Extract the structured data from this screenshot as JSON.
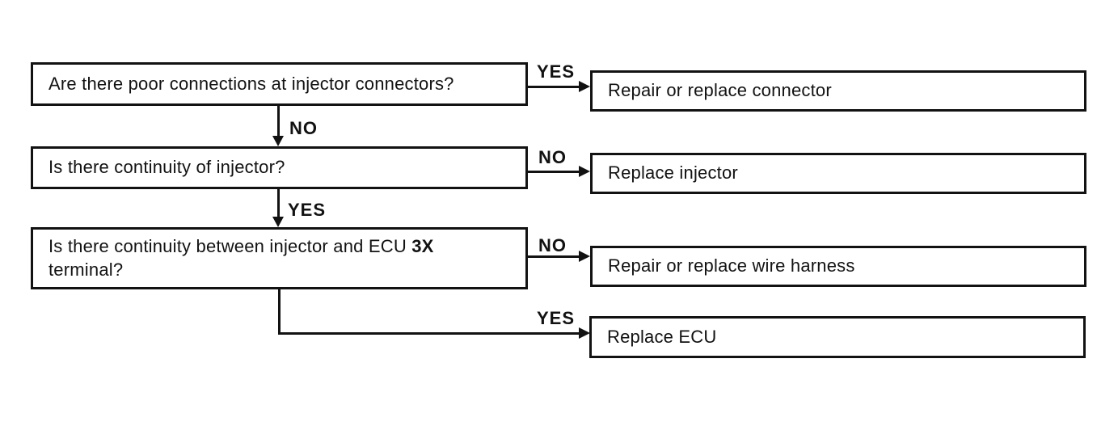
{
  "flowchart": {
    "colors": {
      "line": "#121212",
      "background": "#ffffff",
      "text": "#121212"
    },
    "questions": [
      {
        "text": "Are there poor connections at injector connectors?"
      },
      {
        "text": "Is there continuity of injector?"
      },
      {
        "text_start": "Is there continuity between injector and ECU ",
        "text_bold": "3X",
        "text_line2": "terminal?"
      }
    ],
    "actions": [
      {
        "text": "Repair or replace connector"
      },
      {
        "text": "Replace injector"
      },
      {
        "text": "Repair or replace wire harness"
      },
      {
        "text": "Replace ECU"
      }
    ],
    "connector_labels": [
      {
        "from": "question-1",
        "to": "action-1",
        "label": "YES"
      },
      {
        "from": "question-1",
        "to": "question-2",
        "label": "NO"
      },
      {
        "from": "question-2",
        "to": "action-2",
        "label": "NO"
      },
      {
        "from": "question-2",
        "to": "question-3",
        "label": "YES"
      },
      {
        "from": "question-3",
        "to": "action-3",
        "label": "NO"
      },
      {
        "from": "question-3",
        "to": "action-4",
        "label": "YES"
      }
    ]
  }
}
